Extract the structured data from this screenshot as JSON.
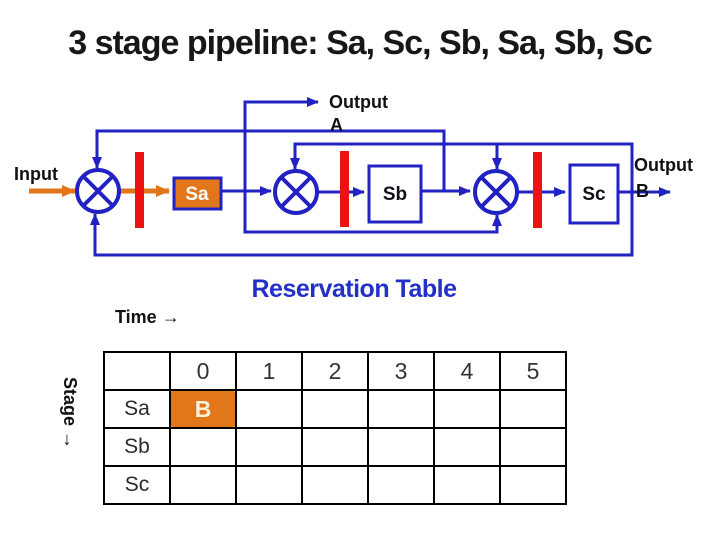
{
  "slide": {
    "title": "3 stage pipeline: Sa, Sc, Sb, Sa, Sb, Sc"
  },
  "pipeline": {
    "input_label": "Input",
    "output_a_word": "Output",
    "output_a_letter": "A",
    "output_b_word": "Output",
    "output_b_letter": "B",
    "stage_a": "Sa",
    "stage_b": "Sb",
    "stage_c": "Sc",
    "colors": {
      "line_blue": "#2222C2",
      "latch_red": "#EE1111",
      "stage_orange": "#E2761B"
    }
  },
  "reservation_table": {
    "heading": "Reservation Table",
    "time_axis_label": "Time →",
    "stage_axis_label": "Stage →",
    "time_labels": [
      "0",
      "1",
      "2",
      "3",
      "4",
      "5"
    ],
    "row_labels": [
      "Sa",
      "Sb",
      "Sc"
    ],
    "grid": [
      [
        "B",
        "",
        "",
        "",
        "",
        ""
      ],
      [
        "",
        "",
        "",
        "",
        "",
        ""
      ],
      [
        "",
        "",
        "",
        "",
        "",
        ""
      ]
    ]
  }
}
